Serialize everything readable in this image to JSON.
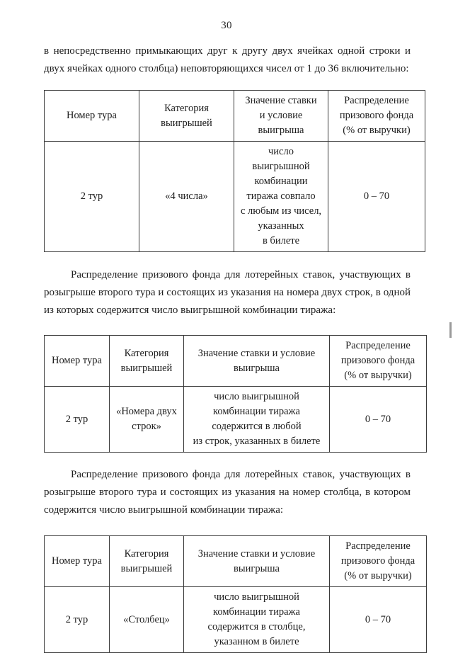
{
  "page": {
    "number": "30"
  },
  "paragraphs": {
    "intro": "в непосредственно примыкающих друг к другу двух ячейках одной строки и двух ячейках одного столбца) неповторяющихся чисел от 1 до 36 включительно:",
    "before_table2": "Распределение призового фонда для лотерейных ставок, участвующих в розыгрыше второго тура и состоящих из указания на номера двух строк, в одной из которых содержится число выигрышной комбинации тиража:",
    "before_table3": "Распределение призового фонда для лотерейных ставок, участвующих в розыгрыше второго тура и состоящих из указания на номер столбца, в котором содержится число выигрышной комбинации тиража:"
  },
  "tables": [
    {
      "id": "table-round2-four-numbers",
      "headers": [
        [
          "Номер тура"
        ],
        [
          "Категория",
          "выигрышей"
        ],
        [
          "Значение ставки",
          "и условие",
          "выигрыша"
        ],
        [
          "Распределение",
          "призового фонда",
          "(% от выручки)"
        ]
      ],
      "rows": [
        {
          "round": [
            "2 тур"
          ],
          "category": [
            "«4 числа»"
          ],
          "condition": [
            "число",
            "выигрышной",
            "комбинации",
            "тиража совпало",
            "с любым из чисел,",
            "указанных",
            "в билете"
          ],
          "prize": [
            "0 – 70"
          ]
        }
      ]
    },
    {
      "id": "table-round2-two-rows",
      "headers": [
        [
          "Номер тура"
        ],
        [
          "Категория",
          "выигрышей"
        ],
        [
          "Значение ставки и условие",
          "выигрыша"
        ],
        [
          "Распределение",
          "призового фонда",
          "(% от выручки)"
        ]
      ],
      "rows": [
        {
          "round": [
            "2 тур"
          ],
          "category": [
            "«Номера двух",
            "строк»"
          ],
          "condition": [
            "число выигрышной",
            "комбинации тиража",
            "содержится в любой",
            "из строк, указанных в билете"
          ],
          "prize": [
            "0 – 70"
          ]
        }
      ]
    },
    {
      "id": "table-round2-column",
      "headers": [
        [
          "Номер тура"
        ],
        [
          "Категория",
          "выигрышей"
        ],
        [
          "Значение ставки и условие",
          "выигрыша"
        ],
        [
          "Распределение",
          "призового фонда",
          "(% от выручки)"
        ]
      ],
      "rows": [
        {
          "round": [
            "2 тур"
          ],
          "category": [
            "«Столбец»"
          ],
          "condition": [
            "число выигрышной",
            "комбинации тиража",
            "содержится в столбце,",
            "указанном в билете"
          ],
          "prize": [
            "0 – 70"
          ]
        }
      ]
    }
  ]
}
